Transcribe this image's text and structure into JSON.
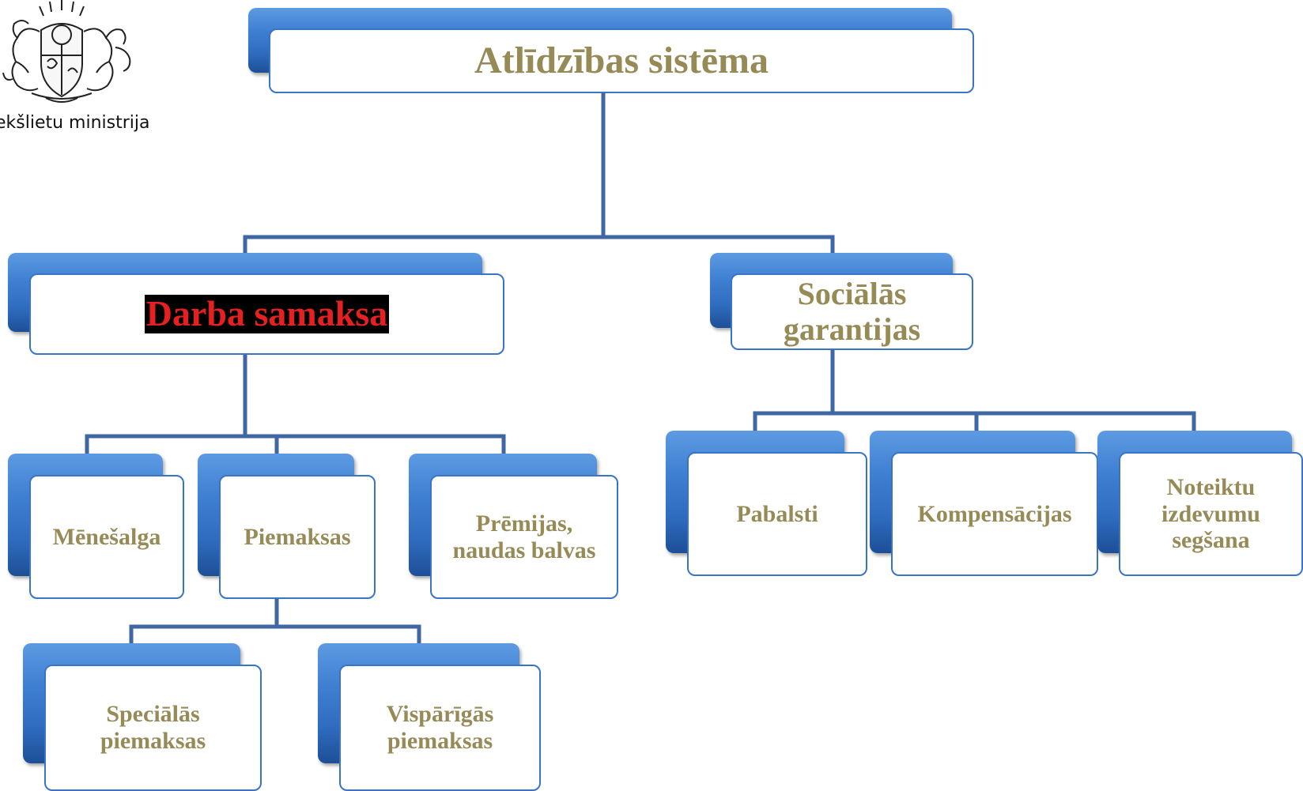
{
  "logo": {
    "text": "ekšlietu ministrija",
    "icon": "coat-of-arms-icon"
  },
  "diagram": {
    "root": "Atlīdzības sistēma",
    "darba_samaksa": {
      "title": "Darba samaksa",
      "children": [
        "Mēnešalga",
        "Piemaksas",
        "Prēmijas,\nnaudas balvas"
      ],
      "piemaksas_children": [
        "Speciālās\npiemaksas",
        "Vispārīgās\npiemaksas"
      ]
    },
    "socialas_garantijas": {
      "title": "Sociālās\ngarantijas",
      "children": [
        "Pabalsti",
        "Kompensācijas",
        "Noteiktu\nizdevumu\nsegšana"
      ]
    }
  },
  "colors": {
    "box_fill_blue": "#3f80d2",
    "connector": "#3f67a3",
    "text_gold": "#968a57",
    "highlight_bg": "#000000",
    "highlight_text": "#e62020"
  }
}
